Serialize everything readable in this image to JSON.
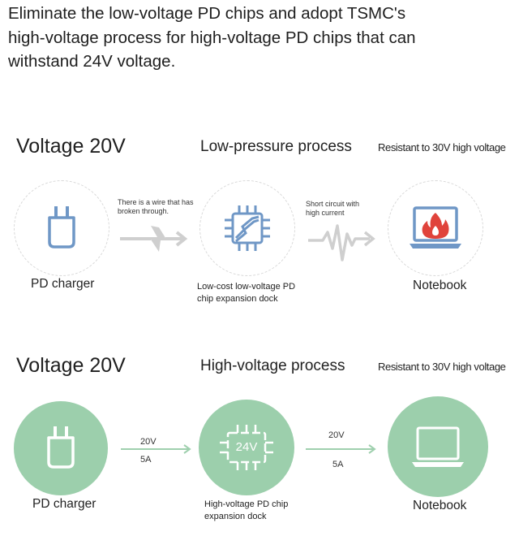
{
  "intro": {
    "line1": "Eliminate the low-voltage PD chips and adopt TSMC's",
    "line2": "high-voltage process for high-voltage PD chips that can",
    "line3": "withstand 24V voltage."
  },
  "row1": {
    "voltage_title": "Voltage 20V",
    "process_title": "Low-pressure process",
    "resist_title": "Resistant to 30V high voltage",
    "wire_note": "There is a wire that has broken through.",
    "short_note": "Short circuit with high current",
    "charger_label": "PD charger",
    "chip_label": "Low-cost low-voltage PD chip expansion dock",
    "notebook_label": "Notebook",
    "icons": [
      "charger-icon",
      "lightning-icon",
      "broken-chip-icon",
      "zigzag-current-icon",
      "burning-laptop-icon"
    ],
    "colors": {
      "icon": "#6f97c6",
      "fire": "#e0433b",
      "arrow": "#cfcfcf"
    }
  },
  "row2": {
    "voltage_title": "Voltage 20V",
    "process_title": "High-voltage process",
    "resist_title": "Resistant to 30V high voltage",
    "arrow1_top": "20V",
    "arrow1_bottom": "5A",
    "chip_text": "24V",
    "arrow2_top": "20V",
    "arrow2_bottom": "5A",
    "charger_label": "PD charger",
    "chip_label": "High-voltage PD chip expansion dock",
    "notebook_label": "Notebook",
    "icons": [
      "charger-icon",
      "chip-icon",
      "laptop-icon"
    ],
    "colors": {
      "circle": "#9ccfac",
      "icon": "#ffffff",
      "arrow": "#9fd0ae"
    }
  }
}
